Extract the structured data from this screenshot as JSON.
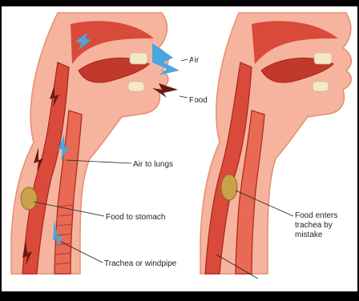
{
  "labels": {
    "air": "Air",
    "food": "Food",
    "air_to_lungs": "Air to lungs",
    "food_to_stomach": "Food to stomach",
    "trachea": "Trachea or windpipe",
    "food_enters_1": "Food enters",
    "food_enters_2": "trachea by",
    "food_enters_3": "mistake"
  },
  "colors": {
    "skin": "#f6b49e",
    "skin_dark": "#e58d72",
    "tissue": "#d94a3b",
    "tissue_dark": "#a8251c",
    "air_arrow": "#4aa6e0",
    "food_arrow": "#6b1a12",
    "food_bolus": "#c9a24a",
    "teeth": "#f3e9c9"
  }
}
